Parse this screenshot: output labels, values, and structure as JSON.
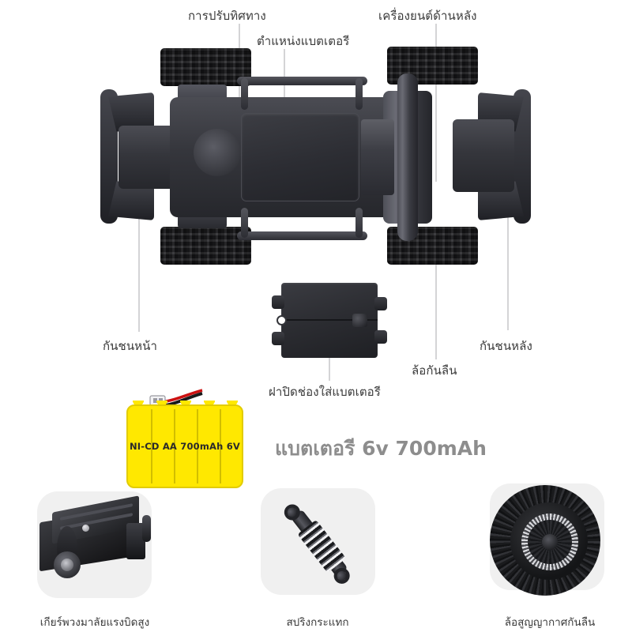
{
  "page": {
    "background_color": "#ffffff",
    "text_color": "#3a3a3a"
  },
  "diagram": {
    "name": "rc-car-chassis-exploded-callout-diagram",
    "callouts": [
      {
        "id": "steering",
        "label": "การปรับทิศทาง"
      },
      {
        "id": "rear-motor",
        "label": "เครื่องยนต์ด้านหลัง"
      },
      {
        "id": "battery-position",
        "label": "ตำแหน่งแบตเตอรี"
      },
      {
        "id": "front-bumper",
        "label": "กันชนหน้า"
      },
      {
        "id": "rear-bumper",
        "label": "กันชนหลัง"
      },
      {
        "id": "anti-slip-wheel",
        "label": "ล้อกันลืน"
      },
      {
        "id": "battery-cover",
        "label": "ฝาปิดช่องใส่แบตเตอรี"
      }
    ]
  },
  "battery": {
    "pack_label": "NI-CD AA 700mAh 6V",
    "heading": "แบตเตอรี 6v 700mAh",
    "body_color": "#ffe800",
    "heading_color": "#8d8d8d",
    "cell_count": 5
  },
  "parts": {
    "panel_color": "#f0f0f0",
    "items": [
      {
        "id": "gearbox",
        "caption": "เกียร์พวงมาลัยแรงบิดสูง"
      },
      {
        "id": "shock",
        "caption": "สปริงกระแทก"
      },
      {
        "id": "wheel",
        "caption": "ล้อสูญญากาศกันลืน"
      }
    ]
  }
}
